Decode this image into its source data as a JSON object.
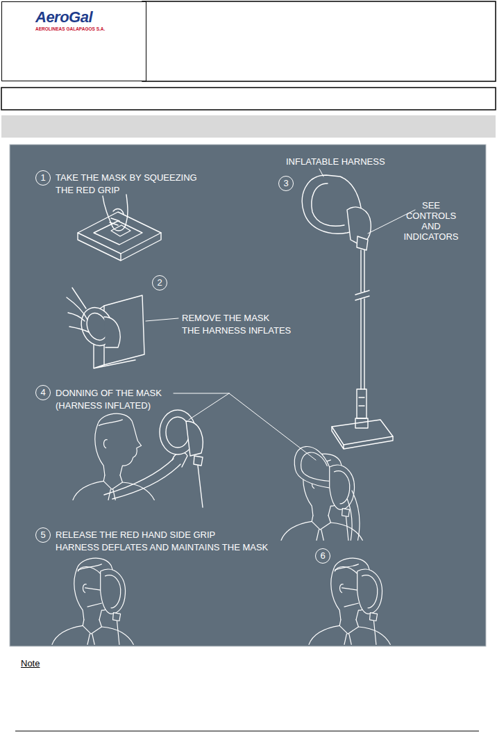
{
  "diagram": {
    "nodes": [
      {
        "text": [
          "AeroGal",
          "AEROLINEAS GALAPAGOS S.A."
        ]
      },
      {
        "text": [
          "1"
        ]
      },
      {
        "text": [
          "2"
        ]
      },
      {
        "text": [
          "3"
        ]
      },
      {
        "text": [
          "4"
        ]
      },
      {
        "text": [
          "5"
        ]
      },
      {
        "text": [
          "6"
        ]
      }
    ],
    "labels": [
      "TAKE THE MASK BY SQUEEZING THE RED GRIP",
      "REMOVE THE MASK",
      "THE HARNESS INFLATES",
      "INFLATABLE HARNESS",
      "SEE CONTROLS AND INDICATORS",
      "DONNING OF THE MASK (HARNESS INFLATED)",
      "RELEASE THE RED HAND SIDE GRIP",
      "HARNESS DEFLATES AND MAINTAINS THE MASK",
      "Note"
    ]
  }
}
